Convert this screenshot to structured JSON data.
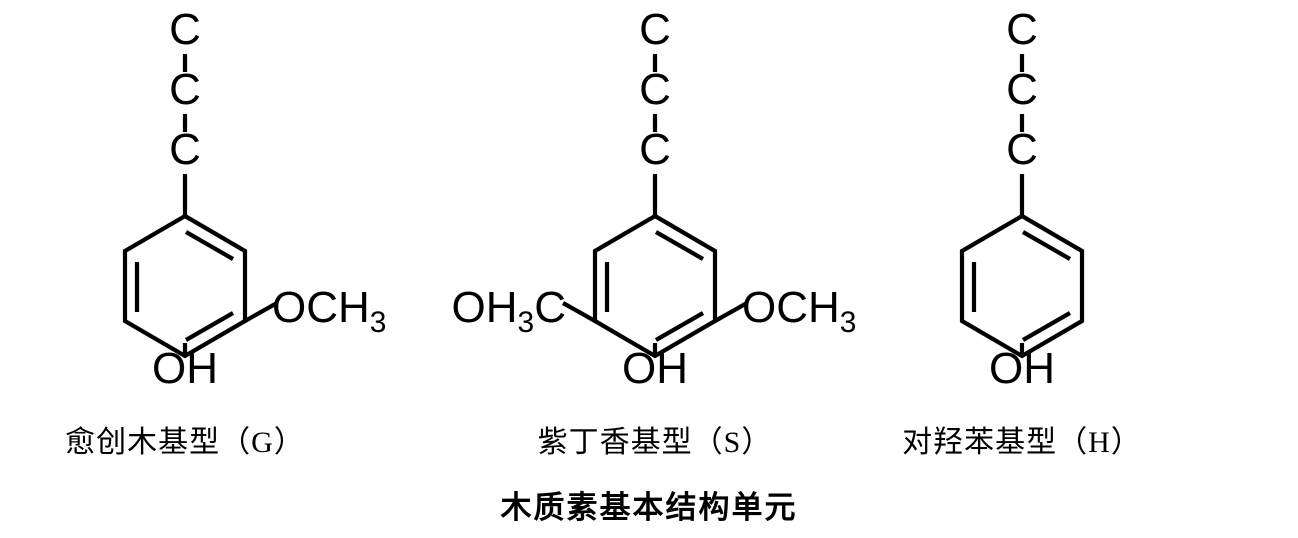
{
  "figure": {
    "title": "木质素基本结构单元",
    "background_color": "#ffffff",
    "line_color": "#000000"
  },
  "units": [
    {
      "id": "guaiacyl",
      "caption": "愈创木基型（G）",
      "side_chain": [
        "C",
        "C",
        "C"
      ],
      "substituents": [
        {
          "position": "meta",
          "label_main": "OCH",
          "label_sub": "3"
        },
        {
          "position": "para",
          "label_main": "OH",
          "label_sub": ""
        }
      ]
    },
    {
      "id": "syringyl",
      "caption": "紫丁香基型（S）",
      "side_chain": [
        "C",
        "C",
        "C"
      ],
      "substituents": [
        {
          "position": "meta-left",
          "label_main": "OH",
          "label_sub": "3",
          "label_tail": "C"
        },
        {
          "position": "meta-right",
          "label_main": "OCH",
          "label_sub": "3"
        },
        {
          "position": "para",
          "label_main": "OH",
          "label_sub": ""
        }
      ]
    },
    {
      "id": "p-hydroxyphenyl",
      "caption": "对羟苯基型（H）",
      "side_chain": [
        "C",
        "C",
        "C"
      ],
      "substituents": [
        {
          "position": "para",
          "label_main": "OH",
          "label_sub": ""
        }
      ]
    }
  ],
  "atoms": {
    "carbon": "C",
    "hydroxyl": "OH",
    "methoxy_main": "OCH",
    "methoxy_sub": "3",
    "methoxy_rev_main": "OH",
    "methoxy_rev_sub": "3",
    "methoxy_rev_tail": "C"
  }
}
